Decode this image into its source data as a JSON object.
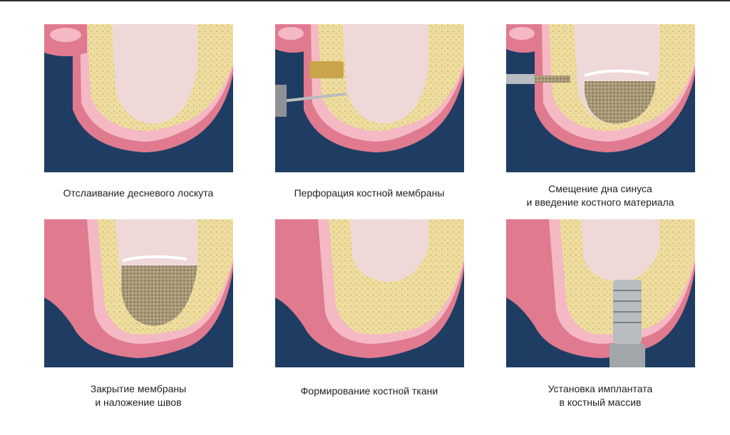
{
  "colors": {
    "background": "#1f3d63",
    "bone": "#eedd9e",
    "bone_dots": "#c9b36a",
    "gum": "#e07a8e",
    "gum_light": "#f4b9c4",
    "sinus": "#efd8d8",
    "graft": "#a89a78",
    "graft_dots": "#6e6248",
    "metal": "#b9bcc0"
  },
  "steps": [
    {
      "lines": [
        "Отслаивание десневого лоскута"
      ]
    },
    {
      "lines": [
        "Перфорация костной мембраны"
      ]
    },
    {
      "lines": [
        "Смещение дна синуса",
        "и введение костного материала"
      ]
    },
    {
      "lines": [
        "Закрытие мембраны",
        "и наложение швов"
      ]
    },
    {
      "lines": [
        "Формирование костной ткани"
      ]
    },
    {
      "lines": [
        "Установка имплантата",
        "в костный массив"
      ]
    }
  ]
}
